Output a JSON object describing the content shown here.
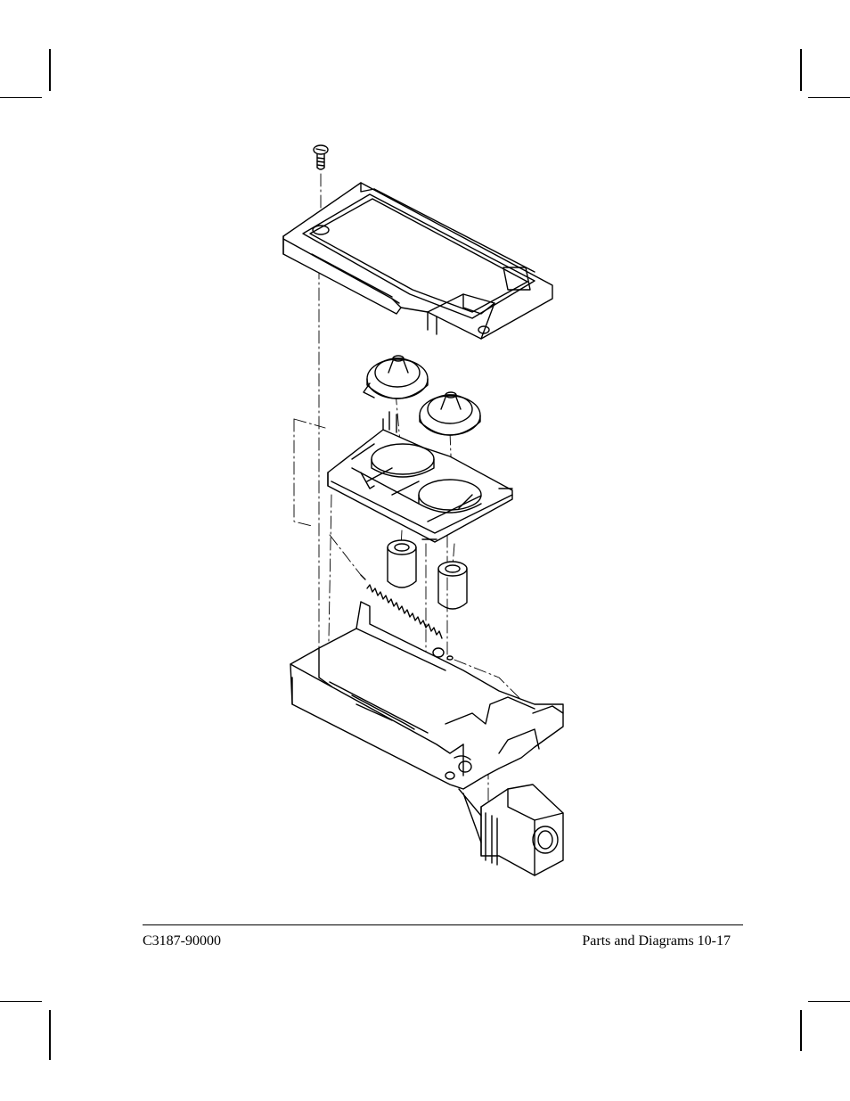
{
  "footer": {
    "doc_number": "C3187-90000",
    "page_ref": "Parts and Diagrams  10-17"
  },
  "figure": {
    "parts": [
      "screw",
      "top-tray",
      "roller-left",
      "roller-right",
      "carrier-frame",
      "bushing-left",
      "bushing-right",
      "spring",
      "base-housing",
      "connector-block"
    ]
  }
}
